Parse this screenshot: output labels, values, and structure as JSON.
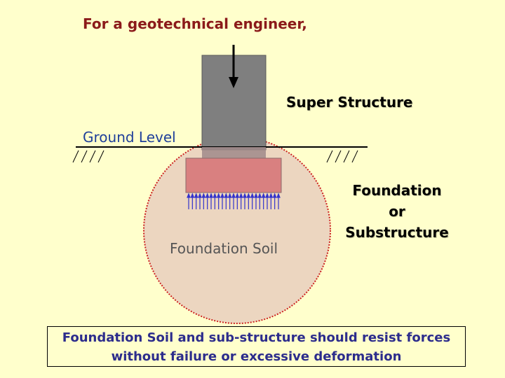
{
  "title": "For a geotechnical engineer,",
  "labels": {
    "super_structure": "Super Structure",
    "ground_level": "Ground Level",
    "foundation_soil": "Foundation Soil",
    "foundation_lines": [
      "Foundation",
      "or",
      "Substructure"
    ]
  },
  "caption": {
    "line1": "Foundation Soil and sub-structure should resist forces",
    "line2": "without failure or excessive deformation"
  },
  "colors": {
    "background": "#ffffcc",
    "title": "#8b1a1a",
    "column": "#7f7f7f",
    "footing": "#d98080",
    "soil_bulb": "#ecd6c0",
    "soil_outline": "#cc2222",
    "pressure_arrows": "#3333cc",
    "ground_level_text": "#1f3f9a",
    "caption_text": "#2c2c8c"
  },
  "icons": [
    "load-arrow-icon",
    "pressure-arrows-icon",
    "ground-hatch-icon"
  ]
}
